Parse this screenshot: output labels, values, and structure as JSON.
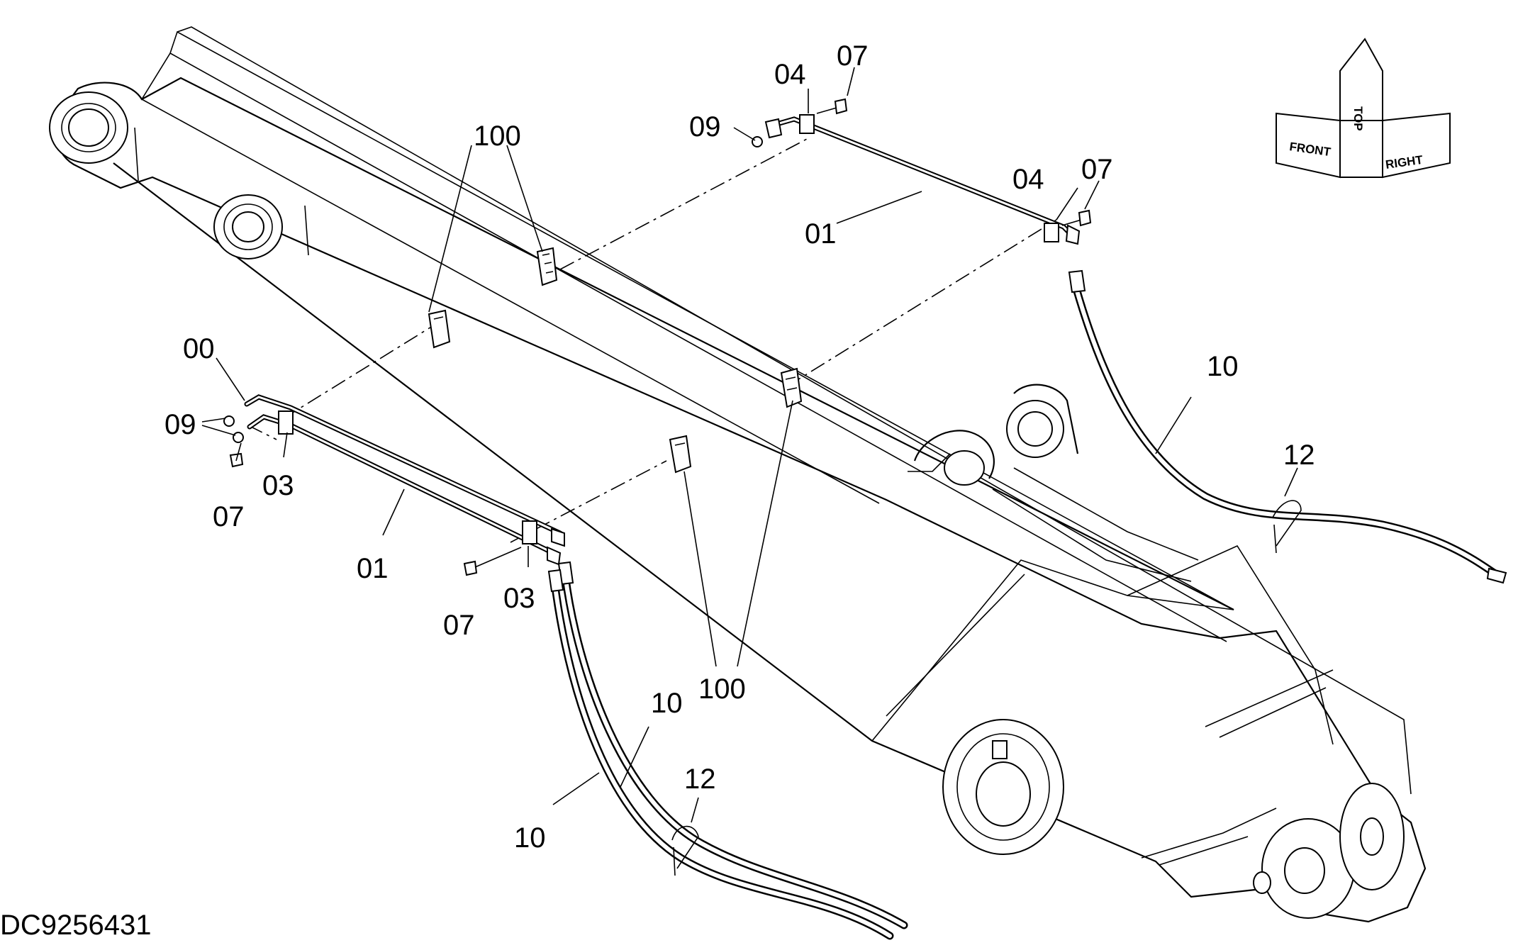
{
  "drawing_id": "DC9256431",
  "orientation_indicator": {
    "front": "FRONT",
    "top": "TOP",
    "right": "RIGHT"
  },
  "callouts": {
    "c00": "00",
    "c01_top": "01",
    "c01_left": "01",
    "c03_a": "03",
    "c03_b": "03",
    "c04_a": "04",
    "c04_b": "04",
    "c07_a": "07",
    "c07_b": "07",
    "c07_c": "07",
    "c07_d": "07",
    "c09_top": "09",
    "c09_left": "09",
    "c10_right": "10",
    "c10_a": "10",
    "c10_b": "10",
    "c12_right": "12",
    "c12_left": "12",
    "c100_top": "100",
    "c100_bottom": "100"
  }
}
